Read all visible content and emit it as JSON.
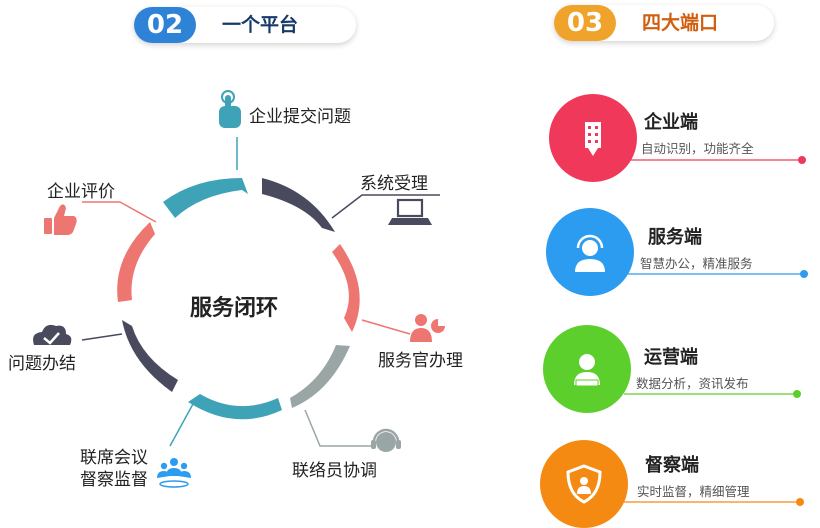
{
  "header_left": {
    "number": "02",
    "title": "一个平台"
  },
  "header_right": {
    "number": "03",
    "title": "四大端口"
  },
  "cycle": {
    "center": "服务闭环",
    "steps": [
      {
        "label": "企业提交问题",
        "icon": "hand-tap-icon"
      },
      {
        "label": "系统受理",
        "icon": "laptop-icon"
      },
      {
        "label": "服务官办理",
        "icon": "people-chart-icon"
      },
      {
        "label": "联络员协调",
        "icon": "headset-icon"
      },
      {
        "label": "联席会议",
        "icon": "group-icon"
      },
      {
        "label": "督察监督",
        "icon": "group-icon"
      },
      {
        "label": "问题办结",
        "icon": "cloud-check-icon"
      },
      {
        "label": "企业评价",
        "icon": "thumbs-up-icon"
      }
    ]
  },
  "ports": [
    {
      "title": "企业端",
      "subtitle": "自动识别，功能齐全",
      "color": "#f0395a",
      "icon": "building-icon"
    },
    {
      "title": "服务端",
      "subtitle": "智慧办公，精准服务",
      "color": "#2c9cf0",
      "icon": "headset-person-icon"
    },
    {
      "title": "运营端",
      "subtitle": "数据分析，资讯发布",
      "color": "#5ccf2d",
      "icon": "operator-icon"
    },
    {
      "title": "督察端",
      "subtitle": "实时监督，精细管理",
      "color": "#f58a12",
      "icon": "shield-person-icon"
    }
  ],
  "colors": {
    "teal": "#3fa3b8",
    "dark": "#4a4a5e",
    "coral": "#ee7670",
    "gray": "#9aa6a6"
  }
}
